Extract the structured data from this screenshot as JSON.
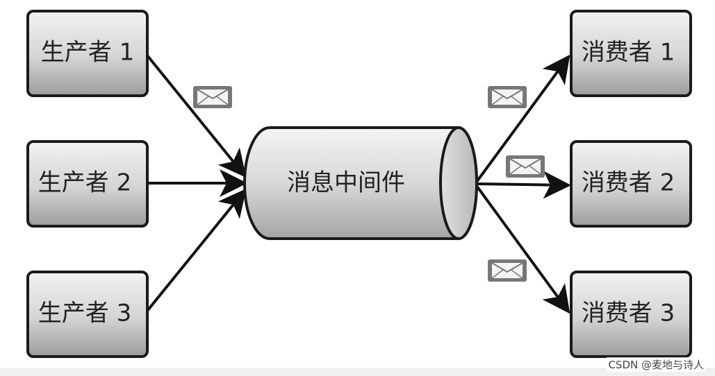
{
  "producers": [
    {
      "label": "生产者 1"
    },
    {
      "label": "生产者 2"
    },
    {
      "label": "生产者 3"
    }
  ],
  "middleware": {
    "label": "消息中间件"
  },
  "consumers": [
    {
      "label": "消费者 1"
    },
    {
      "label": "消费者 2"
    },
    {
      "label": "消费者 3"
    }
  ],
  "message_icon": "envelope-icon",
  "colors": {
    "box_border": "#1a1a1a",
    "box_fill_light": "#eeeeee",
    "box_fill_dark": "#9a9a9a",
    "arrow": "#111111",
    "envelope_fill": "#777777"
  },
  "watermark": "CSDN @麦地与诗人"
}
